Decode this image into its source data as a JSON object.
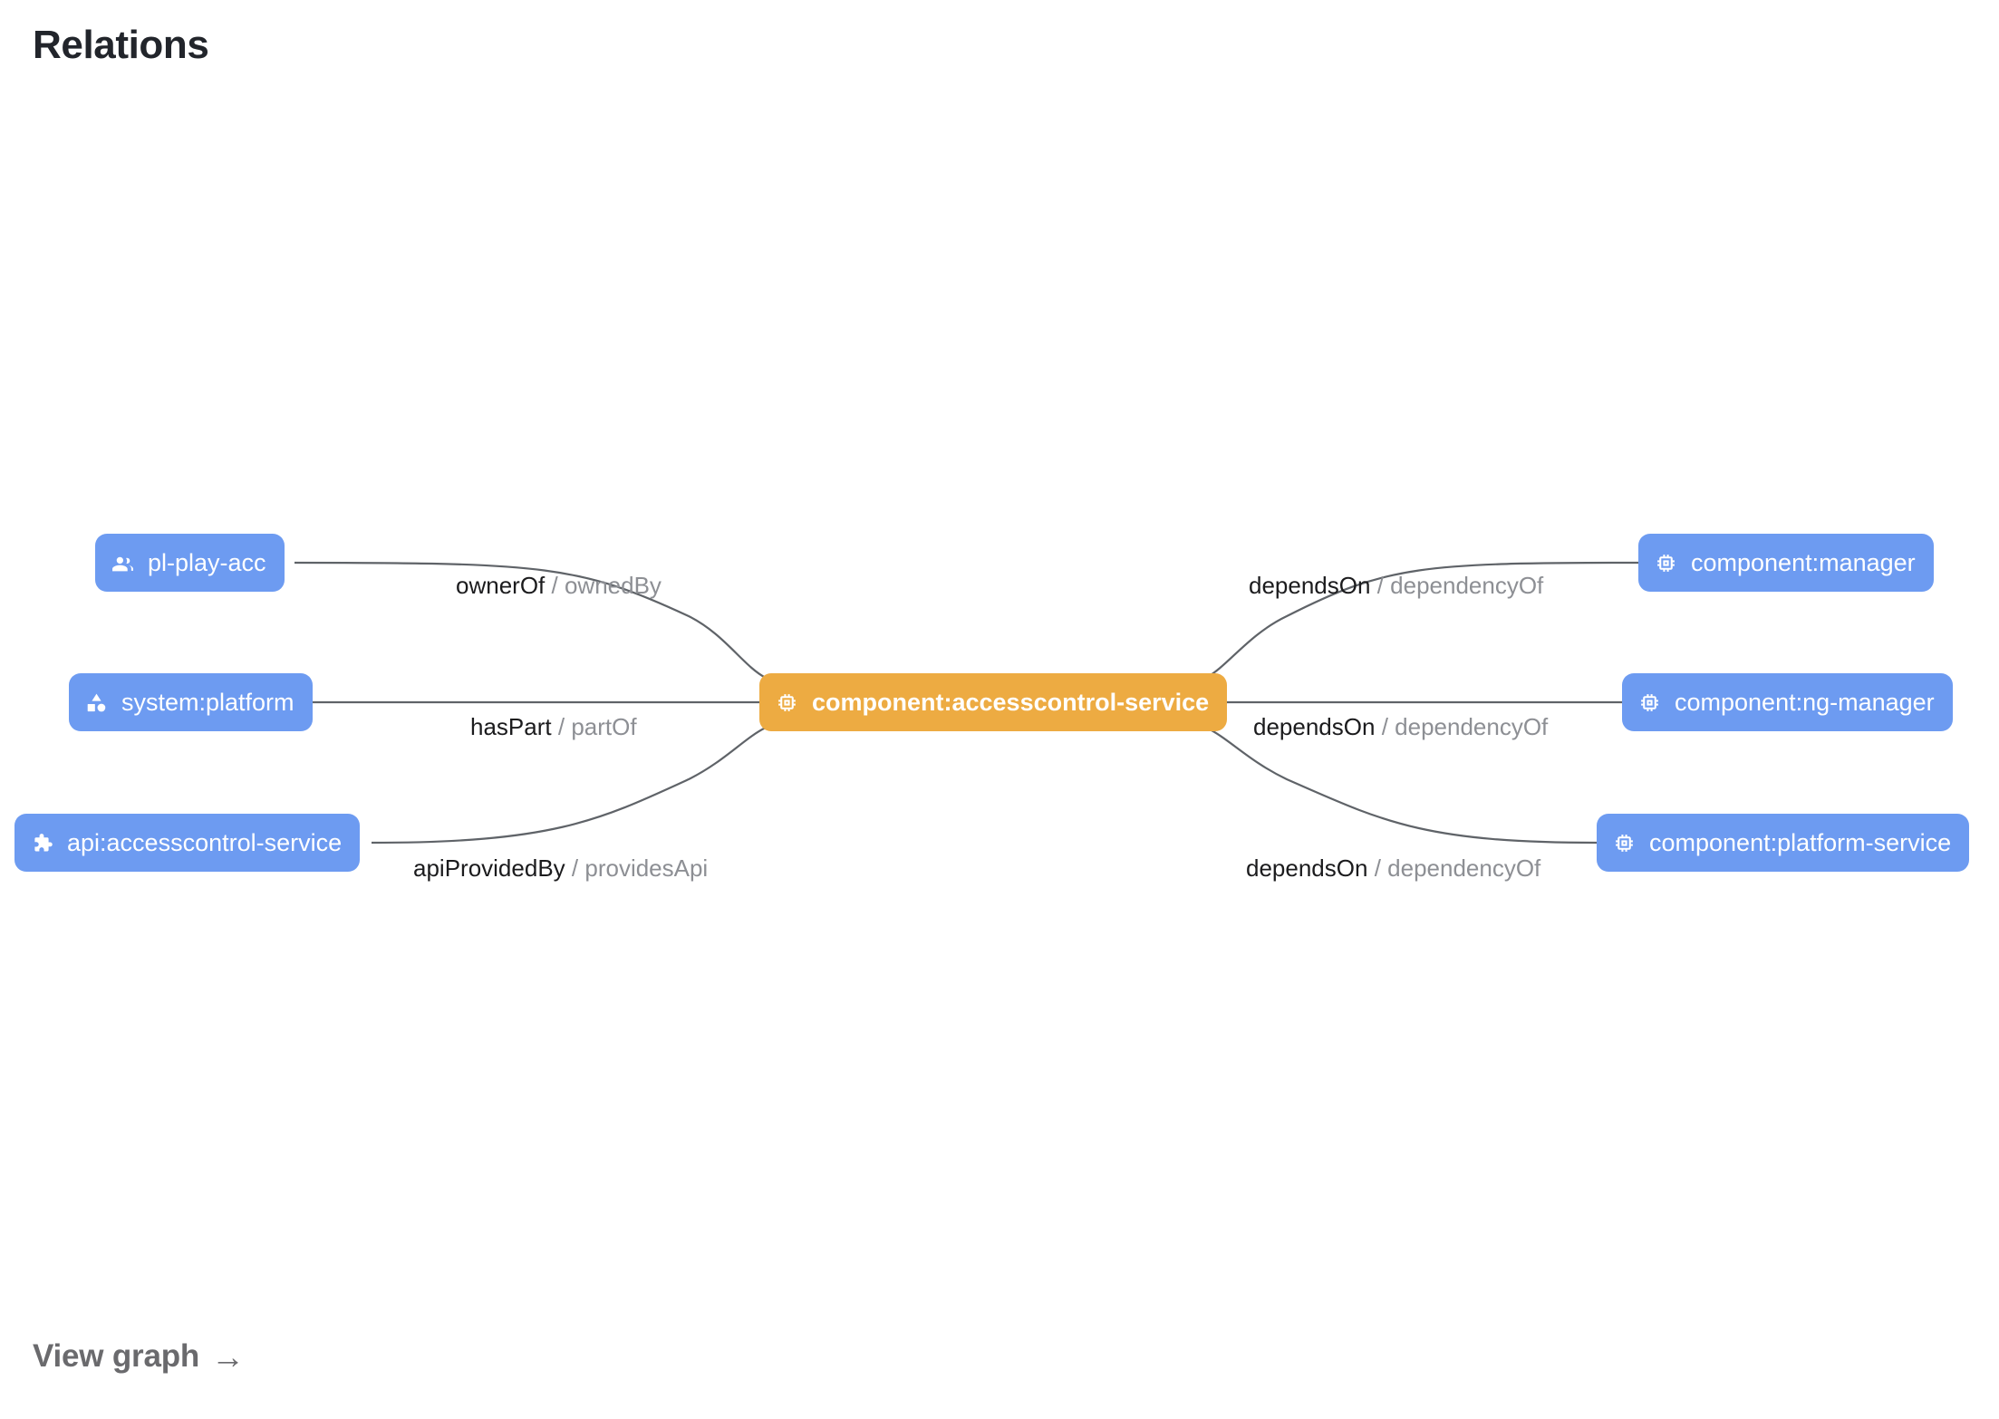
{
  "page": {
    "title": "Relations",
    "background": "#ffffff"
  },
  "colors": {
    "node_default": "#6d9bf1",
    "node_focus": "#edab42",
    "node_text": "#ffffff",
    "edge_stroke": "#5f6368",
    "label_primary": "#1b1b1d",
    "label_secondary": "#8d8f94",
    "title_text": "#22252b",
    "footer_text": "#6a6a6d"
  },
  "graph": {
    "nodes": [
      {
        "id": "pl-play-acc",
        "label": "pl-play-acc",
        "kind": "group",
        "icon": "people-icon",
        "focus": false,
        "side": "left"
      },
      {
        "id": "system-platform",
        "label": "system:platform",
        "kind": "system",
        "icon": "category-icon",
        "focus": false,
        "side": "left"
      },
      {
        "id": "api-accesscontrol-service",
        "label": "api:accesscontrol-service",
        "kind": "api",
        "icon": "puzzle-piece-icon",
        "focus": false,
        "side": "left"
      },
      {
        "id": "component-accesscontrol-service",
        "label": "component:accesscontrol-service",
        "kind": "component",
        "icon": "memory-chip-icon",
        "focus": true,
        "side": "center"
      },
      {
        "id": "component-manager",
        "label": "component:manager",
        "kind": "component",
        "icon": "memory-chip-icon",
        "focus": false,
        "side": "right"
      },
      {
        "id": "component-ng-manager",
        "label": "component:ng-manager",
        "kind": "component",
        "icon": "memory-chip-icon",
        "focus": false,
        "side": "right"
      },
      {
        "id": "component-platform-service",
        "label": "component:platform-service",
        "kind": "component",
        "icon": "memory-chip-icon",
        "focus": false,
        "side": "right"
      }
    ],
    "edges": [
      {
        "id": "edge-ownerof",
        "source": "pl-play-acc",
        "target": "component-accesscontrol-service",
        "primary": "ownerOf",
        "separator": "/",
        "secondary": "ownedBy"
      },
      {
        "id": "edge-haspart",
        "source": "system-platform",
        "target": "component-accesscontrol-service",
        "primary": "hasPart",
        "separator": "/",
        "secondary": "partOf"
      },
      {
        "id": "edge-apiprovidedby",
        "source": "api-accesscontrol-service",
        "target": "component-accesscontrol-service",
        "primary": "apiProvidedBy",
        "separator": "/",
        "secondary": "providesApi"
      },
      {
        "id": "edge-dependson-manager",
        "source": "component-accesscontrol-service",
        "target": "component-manager",
        "primary": "dependsOn",
        "separator": "/",
        "secondary": "dependencyOf"
      },
      {
        "id": "edge-dependson-ng-manager",
        "source": "component-accesscontrol-service",
        "target": "component-ng-manager",
        "primary": "dependsOn",
        "separator": "/",
        "secondary": "dependencyOf"
      },
      {
        "id": "edge-dependson-platform-service",
        "source": "component-accesscontrol-service",
        "target": "component-platform-service",
        "primary": "dependsOn",
        "separator": "/",
        "secondary": "dependencyOf"
      }
    ]
  },
  "footer": {
    "view_graph_label": "View graph",
    "arrow_glyph": "→"
  }
}
